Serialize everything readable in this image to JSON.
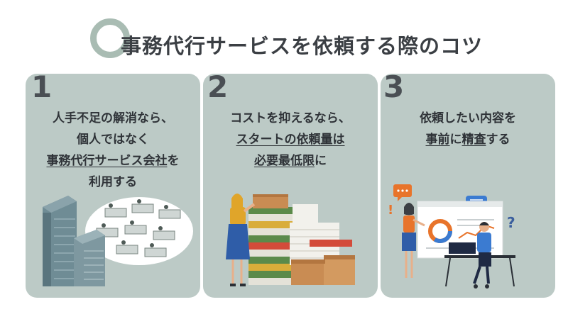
{
  "title": "事務代行サービスを依頼する際のコツ",
  "cards": [
    {
      "number": "1",
      "lines": [
        "人手不足の解消なら、",
        "個人ではなく"
      ],
      "line3_underlined": "事務代行サービス会社",
      "line3_suffix": "を",
      "line4": "利用する"
    },
    {
      "number": "2",
      "line1": "コストを抑えるなら、",
      "line2_underlined": "スタートの依頼量は",
      "line3_underlined": "必要最低限",
      "line3_suffix": "に"
    },
    {
      "number": "3",
      "line1": "依頼したい内容を",
      "line2_u1": "事前",
      "line2_mid": "に",
      "line2_u2": "精査",
      "line2_suffix": "する"
    }
  ],
  "illustration_symbols": {
    "exclaim": "!",
    "question": "?"
  },
  "colors": {
    "card": "#bccac6",
    "ring": "#a9bcb3",
    "orange": "#e8742b",
    "blue": "#3b5f9e"
  }
}
